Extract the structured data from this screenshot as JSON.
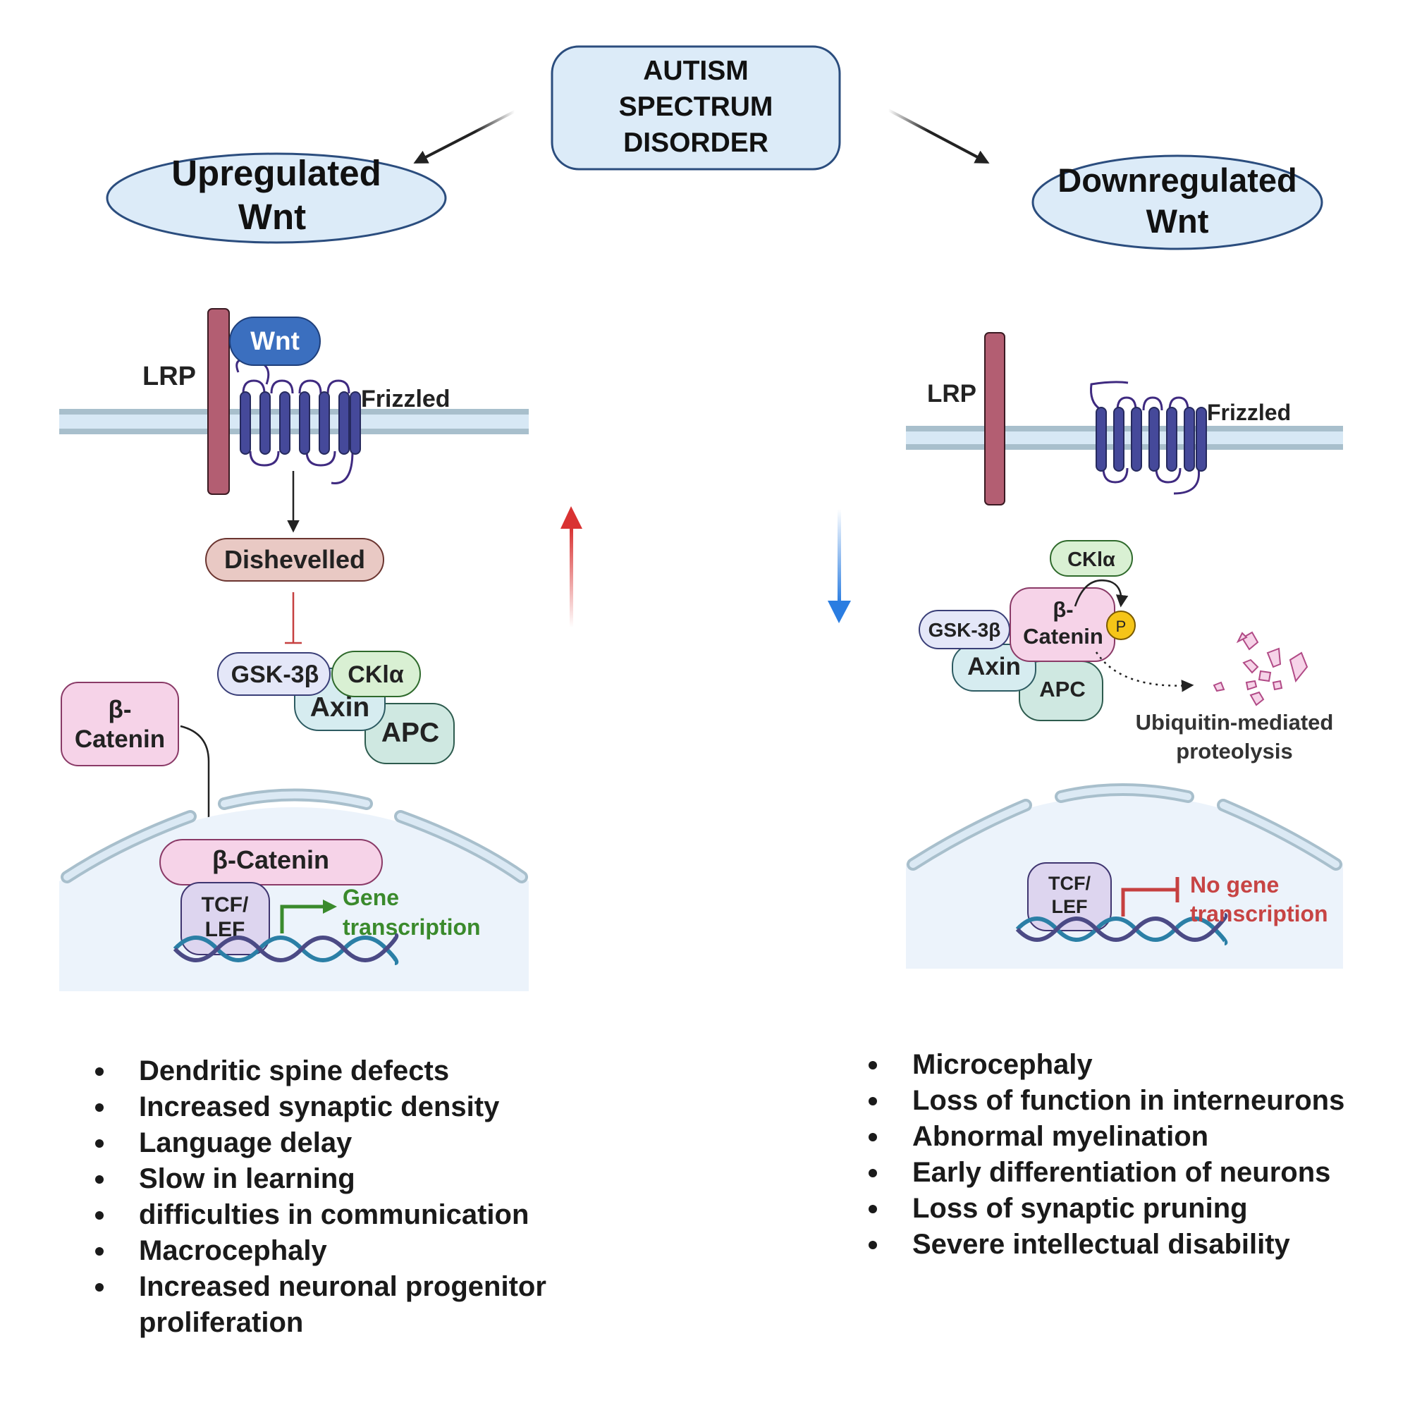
{
  "title": "AUTISM SPECTRUM DISORDER",
  "title_lines": [
    "AUTISM",
    "SPECTRUM",
    "DISORDER"
  ],
  "left": {
    "heading_lines": [
      "Upregulated",
      "Wnt"
    ],
    "ligand": "Wnt",
    "lrp": "LRP",
    "frizzled": "Frizzled",
    "dishevelled": "Dishevelled",
    "gsk": "GSK-3β",
    "ckl": "CKlα",
    "axin": "Axin",
    "apc": "APC",
    "beta_catenin_lines": [
      "β-",
      "Catenin"
    ],
    "nuclear_beta_catenin": "β-Catenin",
    "tcf_lines": [
      "TCF/",
      "LEF"
    ],
    "gene_lines": [
      "Gene",
      "transcription"
    ],
    "effects": [
      "Dendritic spine defects",
      "Increased synaptic density",
      "Language delay",
      "Slow in learning",
      "difficulties in communication",
      "Macrocephaly",
      "Increased neuronal progenitor proliferation"
    ]
  },
  "right": {
    "heading_lines": [
      "Downregulated",
      "Wnt"
    ],
    "lrp": "LRP",
    "frizzled": "Frizzled",
    "ckl": "CKlα",
    "gsk": "GSK-3β",
    "axin": "Axin",
    "apc": "APC",
    "beta_catenin_lines": [
      "β-",
      "Catenin"
    ],
    "phospho": "P",
    "proteolysis_lines": [
      "Ubiquitin-mediated",
      "proteolysis"
    ],
    "tcf_lines": [
      "TCF/",
      "LEF"
    ],
    "no_gene_lines": [
      "No gene",
      "transcription"
    ],
    "effects": [
      "Microcephaly",
      "Loss of function in interneurons",
      "Abnormal myelination",
      "Early differentiation of neurons",
      "Loss of synaptic pruning",
      "Severe intellectual disability"
    ]
  },
  "colors": {
    "title_box": "#dcebf8",
    "lrp": "#b35e72",
    "frizzled": "#3f4487",
    "wnt": "#3b6fbf",
    "dishevelled": "#e9c9c4",
    "gsk": "#e4e7f8",
    "ckl": "#d9f0d3",
    "axin": "#d6ecf0",
    "apc": "#cfe8e1",
    "beta_catenin": "#f6d3e8",
    "tcf": "#ddd5ef",
    "up_arrow": "#d93232",
    "down_arrow": "#2a7de1",
    "gene_on": "#3a8a2c",
    "gene_off": "#c74444",
    "phospho": "#f5c518"
  }
}
